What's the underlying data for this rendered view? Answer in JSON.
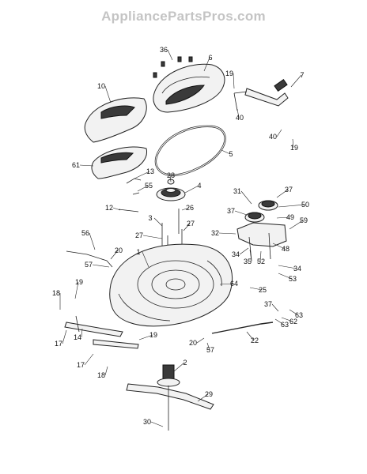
{
  "watermark": "AppliancePartsPros.com",
  "callouts": [
    "36",
    "6",
    "10",
    "19",
    "7",
    "40",
    "40",
    "19",
    "5",
    "61",
    "13",
    "28",
    "4",
    "55",
    "31",
    "37",
    "26",
    "12",
    "3",
    "37",
    "50",
    "49",
    "27",
    "27",
    "59",
    "32",
    "56",
    "20",
    "1",
    "34",
    "35",
    "52",
    "48",
    "57",
    "34",
    "53",
    "64",
    "19",
    "25",
    "18",
    "37",
    "62",
    "63",
    "17",
    "14",
    "19",
    "20",
    "57",
    "22",
    "63",
    "2",
    "17",
    "18",
    "29",
    "30"
  ]
}
